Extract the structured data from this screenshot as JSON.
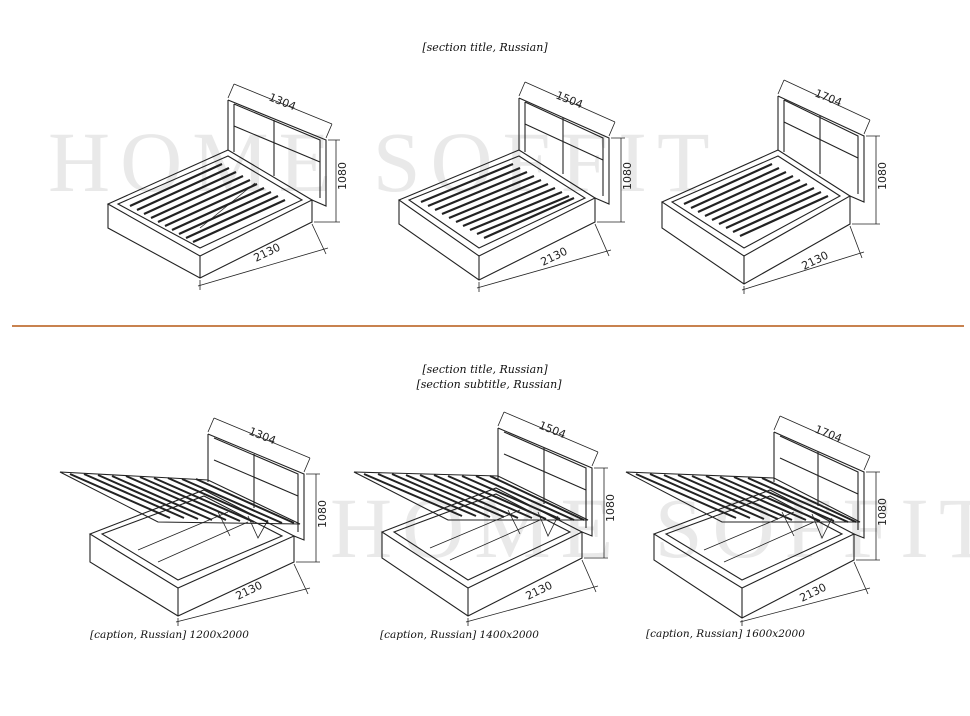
{
  "watermark": "HOME SOFFIT",
  "sections": {
    "top_title": "[section title, Russian]",
    "bottom_title_line1": "[section title, Russian]",
    "bottom_title_line2": "[section subtitle, Russian]"
  },
  "beds_top": [
    {
      "width": "1304",
      "length": "2130",
      "height": "1080"
    },
    {
      "width": "1504",
      "length": "2130",
      "height": "1080"
    },
    {
      "width": "1704",
      "length": "2130",
      "height": "1080"
    }
  ],
  "beds_bottom": [
    {
      "width": "1304",
      "length": "2130",
      "height": "1080",
      "caption": "[caption, Russian] 1200x2000"
    },
    {
      "width": "1504",
      "length": "2130",
      "height": "1080",
      "caption": "[caption, Russian] 1400x2000"
    },
    {
      "width": "1704",
      "length": "2130",
      "height": "1080",
      "caption": "[caption, Russian] 1600x2000"
    }
  ],
  "colors": {
    "separator": "#c8824f",
    "watermark": "#e9e9e9",
    "line": "#222222"
  }
}
